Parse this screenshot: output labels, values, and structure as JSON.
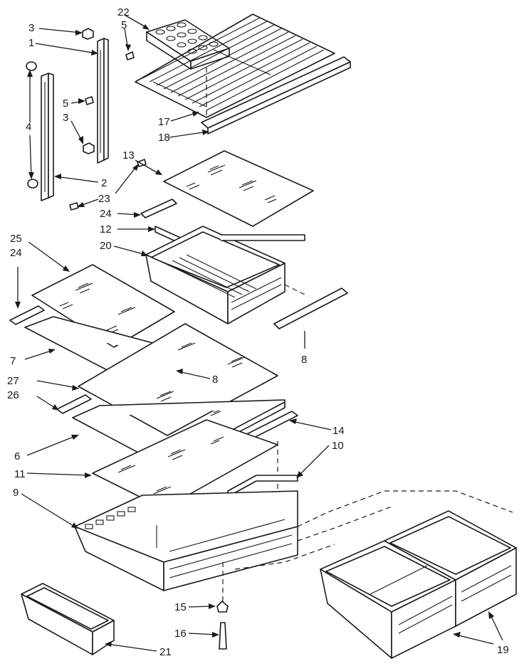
{
  "diagram": {
    "type": "exploded-parts-view",
    "callouts": [
      "1",
      "2",
      "3",
      "3",
      "4",
      "5",
      "5",
      "6",
      "7",
      "8",
      "8",
      "9",
      "10",
      "11",
      "12",
      "13",
      "14",
      "15",
      "16",
      "17",
      "18",
      "19",
      "20",
      "21",
      "22",
      "23",
      "24",
      "24",
      "25",
      "26",
      "27"
    ]
  },
  "labels": {
    "l22": "22",
    "l3a": "3",
    "l5a": "5",
    "l1": "1",
    "l5b": "5",
    "l3b": "3",
    "l4": "4",
    "l2": "2",
    "l23": "23",
    "l17": "17",
    "l18": "18",
    "l13": "13",
    "l24a": "24",
    "l12": "12",
    "l20": "20",
    "l25": "25",
    "l24b": "24",
    "l7": "7",
    "l8a": "8",
    "l8b": "8",
    "l27": "27",
    "l26": "26",
    "l14": "14",
    "l10": "10",
    "l6": "6",
    "l11": "11",
    "l9": "9",
    "l15": "15",
    "l16": "16",
    "l21": "21",
    "l19": "19"
  }
}
